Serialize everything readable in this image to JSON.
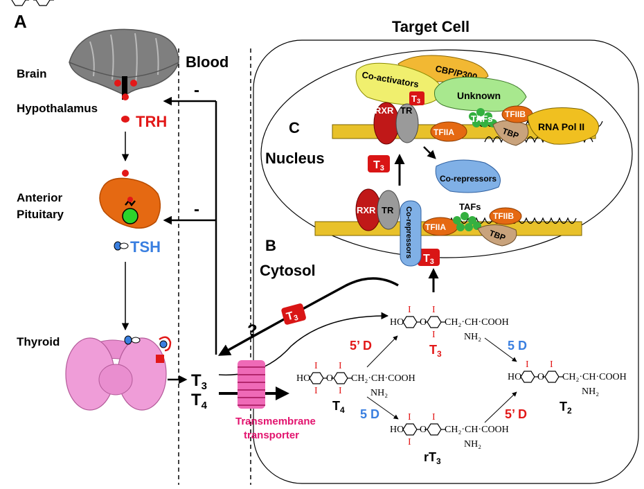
{
  "panels": {
    "a": "A",
    "b": "B",
    "c": "C"
  },
  "headers": {
    "target_cell": "Target Cell",
    "blood": "Blood",
    "nucleus": "Nucleus",
    "cytosol": "Cytosol"
  },
  "organs": {
    "brain": "Brain",
    "hypothalamus": "Hypothalamus",
    "trh": "TRH",
    "anterior_pituitary_1": "Anterior",
    "anterior_pituitary_2": "Pituitary",
    "tsh": "TSH",
    "thyroid": "Thyroid"
  },
  "feedback": {
    "minus_1": "-",
    "minus_2": "-",
    "question": "?"
  },
  "hormones": {
    "t3": "T",
    "t3_sub": "3",
    "t4": "T",
    "t4_sub": "4",
    "t2": "T",
    "t2_sub": "2",
    "rt3": "rT",
    "rt3_sub": "3"
  },
  "transporter": {
    "line1": "Transmembrane",
    "line2": "transporter"
  },
  "enzymes": {
    "d5_prime_1": "5’ D",
    "d5_1": "5 D",
    "d5_2": "5 D",
    "d5_prime_2": "5’ D"
  },
  "proteins": {
    "cbp": "CBP/P300",
    "coactivators": "Co-activators",
    "unknown": "Unknown",
    "rxr": "RXR",
    "tr": "TR",
    "tafs": "TAFs",
    "tfiib": "TFIIB",
    "tfiia": "TFIIA",
    "tbp": "TBP",
    "rna_pol": "RNA Pol II",
    "corepressors": "Co-repressors",
    "corepressors_vertical": "Co-repressors"
  },
  "badge_t3": {
    "text": "T",
    "sub": "3"
  },
  "molecule": {
    "ho": "HO",
    "o": "O",
    "i": "I",
    "side_chain": "CH₂·CH·COOH",
    "nh2": "NH₂"
  },
  "colors": {
    "red": "#e21818",
    "blue": "#3a7fe0",
    "pink": "#e2136e",
    "badge": "#d91515"
  }
}
